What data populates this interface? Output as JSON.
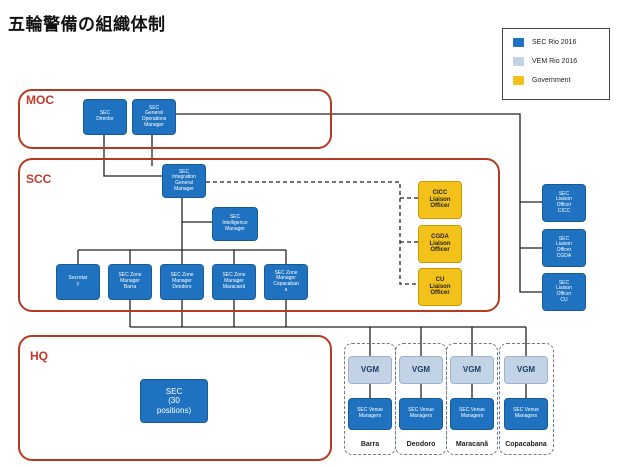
{
  "title": "五輪警備の組織体制",
  "legend": [
    {
      "label": "SEC Rio 2016",
      "color": "#1f72c0"
    },
    {
      "label": "VEM Rio 2016",
      "color": "#c3d3e6"
    },
    {
      "label": "Government",
      "color": "#f2c21a"
    }
  ],
  "regions": {
    "moc": "MOC",
    "scc": "SCC",
    "hq": "HQ"
  },
  "nodes": {
    "sec_director": "SEC\nDirector",
    "general_ops_manager": "SEC\nGeneral\nOperations\nManager",
    "integration_manager": "SEC\nIntegration\nGeneral\nManager",
    "intelligence_manager": "SEC\nIntelligence\nManager",
    "secretary": "Secretar\ny",
    "zone_barra": "SEC Zone\nManager\nBarra",
    "zone_deodoro": "SEC Zone\nManager\nDeodoro",
    "zone_maracana": "SEC Zone\nManager\nMaracanã",
    "zone_copacabana": "SEC Zone\nManager\nCopacaban\na",
    "cicc_liaison": "CICC\nLiaison\nOfficer",
    "cgda_liaison": "CGDA\nLiaison\nOfficer",
    "cu_liaison": "CU\nLiaison\nOfficer",
    "liaison_cicc": "SEC\nLiaison\nOfficer\nCICC",
    "liaison_cgda": "SEC\nLiaison\nOfficer\nCGDA",
    "liaison_cu": "SEC\nLiaison\nOfficer\nCU",
    "hq_positions": "SEC\n(30\npositions)"
  },
  "venues": [
    {
      "name": "Barra",
      "vgm": "VGM",
      "manager": "SEC Venue\nManagers"
    },
    {
      "name": "Deodoro",
      "vgm": "VGM",
      "manager": "SEC Venue\nManagers"
    },
    {
      "name": "Maracanã",
      "vgm": "VGM",
      "manager": "SEC Venue\nManagers"
    },
    {
      "name": "Copacabana",
      "vgm": "VGM",
      "manager": "SEC Venue\nManagers"
    }
  ]
}
